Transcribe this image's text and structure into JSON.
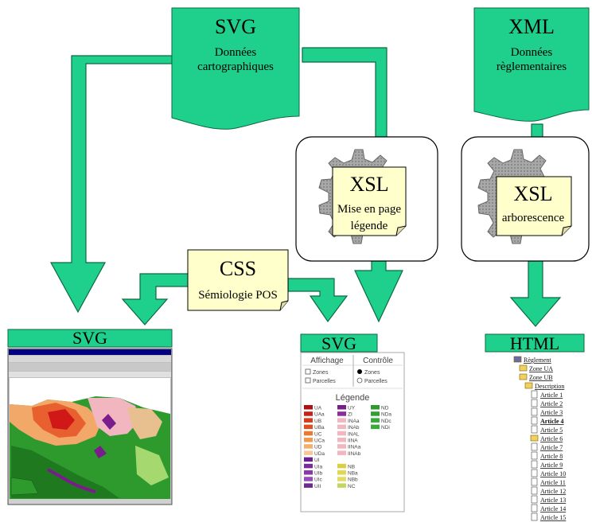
{
  "source_svg": {
    "title": "SVG",
    "line1": "Données",
    "line2": "cartographiques"
  },
  "source_xml": {
    "title": "XML",
    "line1": "Données",
    "line2": "règlementaires"
  },
  "xsl_legend": {
    "title": "XSL",
    "line1": "Mise en page",
    "line2": "légende"
  },
  "xsl_tree": {
    "title": "XSL",
    "line1": "arborescence"
  },
  "css_note": {
    "title": "CSS",
    "line1": "Sémiologie POS"
  },
  "output_map": {
    "label": "SVG"
  },
  "output_legend": {
    "label": "SVG",
    "affichage": "Affichage",
    "controle": "Contrôle",
    "opt_zones_a": "Zones",
    "opt_parcelles_a": "Parcelles",
    "opt_zones_c": "Zones",
    "opt_parcelles_c": "Parcelles",
    "legende": "Légende",
    "items": [
      {
        "code": "UA",
        "color": "#b01010"
      },
      {
        "code": "UY",
        "color": "#7a1c8c"
      },
      {
        "code": "ND",
        "color": "#2e9a2e"
      },
      {
        "code": "UAa",
        "color": "#c8201a"
      },
      {
        "code": "ZI",
        "color": "#8e2aa0"
      },
      {
        "code": "NDa",
        "color": "#30a030"
      },
      {
        "code": "UB",
        "color": "#d83a1a"
      },
      {
        "code": "INAa",
        "color": "#f2b6c0"
      },
      {
        "code": "NDc",
        "color": "#37a83a"
      },
      {
        "code": "UBa",
        "color": "#e24e20"
      },
      {
        "code": "INAb",
        "color": "#f2b6c0"
      },
      {
        "code": "NDi",
        "color": "#3aaa3a"
      },
      {
        "code": "UC",
        "color": "#ea7a30"
      },
      {
        "code": "INAL",
        "color": "#f2b6c0"
      },
      {
        "code": "UCa",
        "color": "#f09a50"
      },
      {
        "code": "IINA",
        "color": "#f2b6c0"
      },
      {
        "code": "UD",
        "color": "#f2b070"
      },
      {
        "code": "IINAa",
        "color": "#f2b6c0"
      },
      {
        "code": "UDa",
        "color": "#f5c898"
      },
      {
        "code": "IINAb",
        "color": "#f2b6c0"
      },
      {
        "code": "UI",
        "color": "#6a2090"
      },
      {
        "code": "UIa",
        "color": "#7a2a9a"
      },
      {
        "code": "NB",
        "color": "#d8d040"
      },
      {
        "code": "UIb",
        "color": "#8a3aa8"
      },
      {
        "code": "NBa",
        "color": "#e0d850"
      },
      {
        "code": "UIc",
        "color": "#9a4ab8"
      },
      {
        "code": "NBb",
        "color": "#e4dc60"
      },
      {
        "code": "UII",
        "color": "#6a2a90"
      },
      {
        "code": "NC",
        "color": "#c0d860"
      }
    ]
  },
  "output_html": {
    "label": "HTML",
    "tree": [
      {
        "text": "Règlement",
        "level": 0,
        "kind": "root"
      },
      {
        "text": "Zone UA",
        "level": 1,
        "kind": "folder"
      },
      {
        "text": "Zone UB",
        "level": 1,
        "kind": "folder"
      },
      {
        "text": "Description",
        "level": 2,
        "kind": "folder"
      },
      {
        "text": "Article 1",
        "level": 3,
        "kind": "doc"
      },
      {
        "text": "Article 2",
        "level": 3,
        "kind": "doc"
      },
      {
        "text": "Article 3",
        "level": 3,
        "kind": "doc"
      },
      {
        "text": "Article 4",
        "level": 3,
        "kind": "doc",
        "bold": true
      },
      {
        "text": "Article 5",
        "level": 3,
        "kind": "doc"
      },
      {
        "text": "Article 6",
        "level": 3,
        "kind": "folder"
      },
      {
        "text": "Article 7",
        "level": 3,
        "kind": "doc"
      },
      {
        "text": "Article 8",
        "level": 3,
        "kind": "doc"
      },
      {
        "text": "Article 9",
        "level": 3,
        "kind": "doc"
      },
      {
        "text": "Article 10",
        "level": 3,
        "kind": "doc"
      },
      {
        "text": "Article 11",
        "level": 3,
        "kind": "doc"
      },
      {
        "text": "Article 12",
        "level": 3,
        "kind": "doc"
      },
      {
        "text": "Article 13",
        "level": 3,
        "kind": "doc"
      },
      {
        "text": "Article 14",
        "level": 3,
        "kind": "doc"
      },
      {
        "text": "Article 15",
        "level": 3,
        "kind": "doc"
      }
    ]
  },
  "colors": {
    "arrow": "#1fd08c",
    "arrow_stroke": "#0a6a42",
    "note_fill": "#ffffcc",
    "gear_fill": "#9a9a9a"
  }
}
